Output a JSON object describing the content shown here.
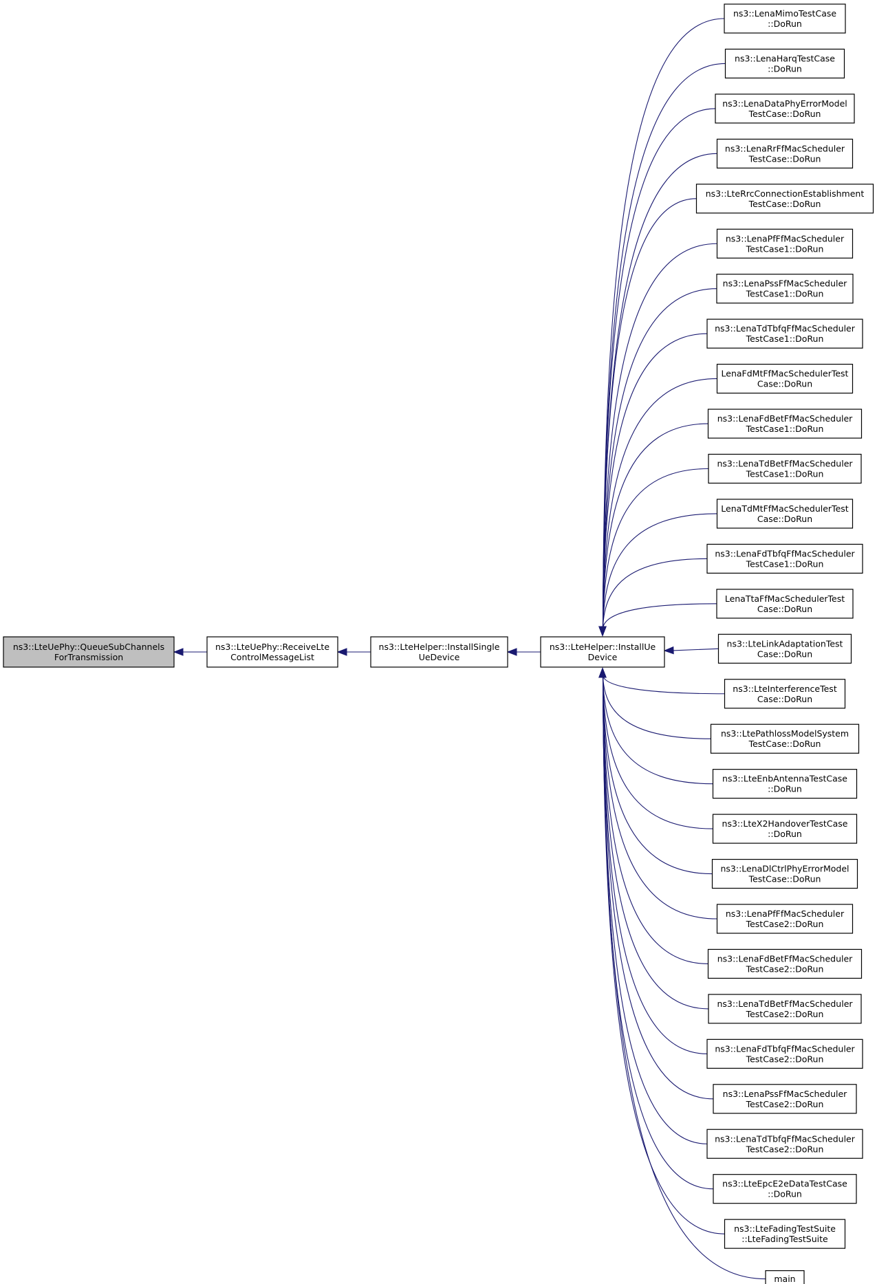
{
  "diagram": {
    "nodes": [
      {
        "id": "n0",
        "lines": [
          "ns3::LteUePhy::QueueSubChannels",
          "ForTransmission"
        ],
        "highlight": true
      },
      {
        "id": "n1",
        "lines": [
          "ns3::LteUePhy::ReceiveLte",
          "ControlMessageList"
        ]
      },
      {
        "id": "n2",
        "lines": [
          "ns3::LteHelper::InstallSingle",
          "UeDevice"
        ]
      },
      {
        "id": "n3",
        "lines": [
          "ns3::LteHelper::InstallUe",
          "Device"
        ]
      },
      {
        "id": "c0",
        "lines": [
          "ns3::LenaMimoTestCase",
          "::DoRun"
        ]
      },
      {
        "id": "c1",
        "lines": [
          "ns3::LenaHarqTestCase",
          "::DoRun"
        ]
      },
      {
        "id": "c2",
        "lines": [
          "ns3::LenaDataPhyErrorModel",
          "TestCase::DoRun"
        ]
      },
      {
        "id": "c3",
        "lines": [
          "ns3::LenaRrFfMacScheduler",
          "TestCase::DoRun"
        ]
      },
      {
        "id": "c4",
        "lines": [
          "ns3::LteRrcConnectionEstablishment",
          "TestCase::DoRun"
        ]
      },
      {
        "id": "c5",
        "lines": [
          "ns3::LenaPfFfMacScheduler",
          "TestCase1::DoRun"
        ]
      },
      {
        "id": "c6",
        "lines": [
          "ns3::LenaPssFfMacScheduler",
          "TestCase1::DoRun"
        ]
      },
      {
        "id": "c7",
        "lines": [
          "ns3::LenaTdTbfqFfMacScheduler",
          "TestCase1::DoRun"
        ]
      },
      {
        "id": "c8",
        "lines": [
          "LenaFdMtFfMacSchedulerTest",
          "Case::DoRun"
        ]
      },
      {
        "id": "c9",
        "lines": [
          "ns3::LenaFdBetFfMacScheduler",
          "TestCase1::DoRun"
        ]
      },
      {
        "id": "c10",
        "lines": [
          "ns3::LenaTdBetFfMacScheduler",
          "TestCase1::DoRun"
        ]
      },
      {
        "id": "c11",
        "lines": [
          "LenaTdMtFfMacSchedulerTest",
          "Case::DoRun"
        ]
      },
      {
        "id": "c12",
        "lines": [
          "ns3::LenaFdTbfqFfMacScheduler",
          "TestCase1::DoRun"
        ]
      },
      {
        "id": "c13",
        "lines": [
          "LenaTtaFfMacSchedulerTest",
          "Case::DoRun"
        ]
      },
      {
        "id": "c14",
        "lines": [
          "ns3::LteLinkAdaptationTest",
          "Case::DoRun"
        ]
      },
      {
        "id": "c15",
        "lines": [
          "ns3::LteInterferenceTest",
          "Case::DoRun"
        ]
      },
      {
        "id": "c16",
        "lines": [
          "ns3::LtePathlossModelSystem",
          "TestCase::DoRun"
        ]
      },
      {
        "id": "c17",
        "lines": [
          "ns3::LteEnbAntennaTestCase",
          "::DoRun"
        ]
      },
      {
        "id": "c18",
        "lines": [
          "ns3::LteX2HandoverTestCase",
          "::DoRun"
        ]
      },
      {
        "id": "c19",
        "lines": [
          "ns3::LenaDlCtrlPhyErrorModel",
          "TestCase::DoRun"
        ]
      },
      {
        "id": "c20",
        "lines": [
          "ns3::LenaPfFfMacScheduler",
          "TestCase2::DoRun"
        ]
      },
      {
        "id": "c21",
        "lines": [
          "ns3::LenaFdBetFfMacScheduler",
          "TestCase2::DoRun"
        ]
      },
      {
        "id": "c22",
        "lines": [
          "ns3::LenaTdBetFfMacScheduler",
          "TestCase2::DoRun"
        ]
      },
      {
        "id": "c23",
        "lines": [
          "ns3::LenaFdTbfqFfMacScheduler",
          "TestCase2::DoRun"
        ]
      },
      {
        "id": "c24",
        "lines": [
          "ns3::LenaPssFfMacScheduler",
          "TestCase2::DoRun"
        ]
      },
      {
        "id": "c25",
        "lines": [
          "ns3::LenaTdTbfqFfMacScheduler",
          "TestCase2::DoRun"
        ]
      },
      {
        "id": "c26",
        "lines": [
          "ns3::LteEpcE2eDataTestCase",
          "::DoRun"
        ]
      },
      {
        "id": "c27",
        "lines": [
          "ns3::LteFadingTestSuite",
          "::LteFadingTestSuite"
        ]
      },
      {
        "id": "c28",
        "lines": [
          "main"
        ]
      }
    ],
    "edges": [
      {
        "from": "n1",
        "to": "n0"
      },
      {
        "from": "n2",
        "to": "n1"
      },
      {
        "from": "n3",
        "to": "n2"
      },
      {
        "from": "c0",
        "to": "n3"
      },
      {
        "from": "c1",
        "to": "n3"
      },
      {
        "from": "c2",
        "to": "n3"
      },
      {
        "from": "c3",
        "to": "n3"
      },
      {
        "from": "c4",
        "to": "n3"
      },
      {
        "from": "c5",
        "to": "n3"
      },
      {
        "from": "c6",
        "to": "n3"
      },
      {
        "from": "c7",
        "to": "n3"
      },
      {
        "from": "c8",
        "to": "n3"
      },
      {
        "from": "c9",
        "to": "n3"
      },
      {
        "from": "c10",
        "to": "n3"
      },
      {
        "from": "c11",
        "to": "n3"
      },
      {
        "from": "c12",
        "to": "n3"
      },
      {
        "from": "c13",
        "to": "n3"
      },
      {
        "from": "c14",
        "to": "n3"
      },
      {
        "from": "c15",
        "to": "n3"
      },
      {
        "from": "c16",
        "to": "n3"
      },
      {
        "from": "c17",
        "to": "n3"
      },
      {
        "from": "c18",
        "to": "n3"
      },
      {
        "from": "c19",
        "to": "n3"
      },
      {
        "from": "c20",
        "to": "n3"
      },
      {
        "from": "c21",
        "to": "n3"
      },
      {
        "from": "c22",
        "to": "n3"
      },
      {
        "from": "c23",
        "to": "n3"
      },
      {
        "from": "c24",
        "to": "n3"
      },
      {
        "from": "c25",
        "to": "n3"
      },
      {
        "from": "c26",
        "to": "n3"
      },
      {
        "from": "c27",
        "to": "n3"
      },
      {
        "from": "c28",
        "to": "n3"
      }
    ]
  }
}
